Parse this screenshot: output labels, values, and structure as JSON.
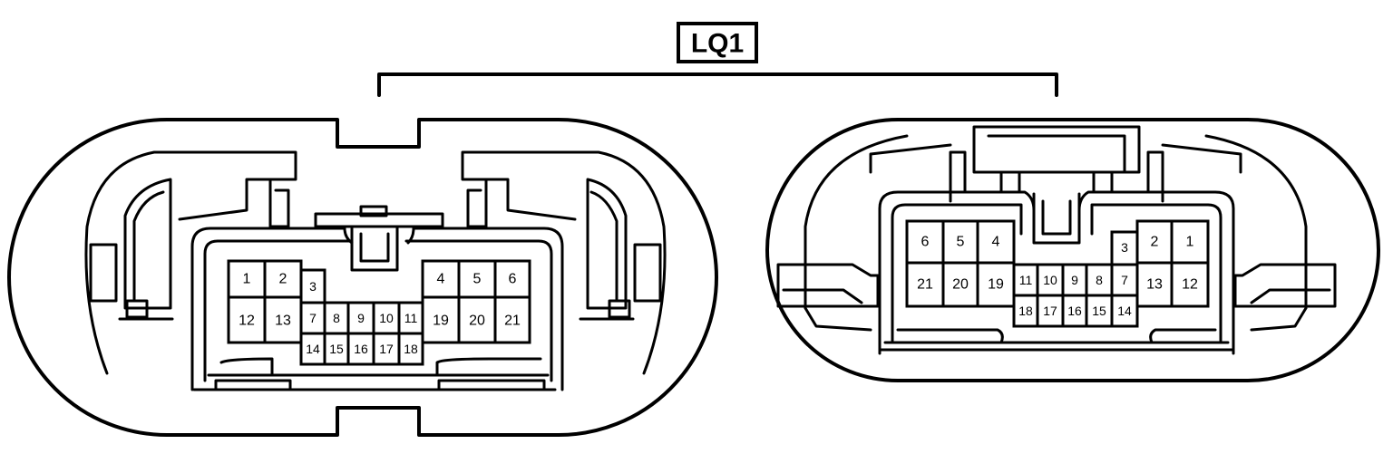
{
  "connector_label": "LQ1",
  "left_connector": {
    "pins_large": [
      "1",
      "2",
      "12",
      "13",
      "4",
      "5",
      "6",
      "19",
      "20",
      "21"
    ],
    "pins_small": [
      "3",
      "7",
      "8",
      "9",
      "10",
      "11",
      "14",
      "15",
      "16",
      "17",
      "18"
    ]
  },
  "right_connector": {
    "pins_large": [
      "6",
      "5",
      "4",
      "21",
      "20",
      "19",
      "2",
      "1",
      "13",
      "12"
    ],
    "pins_small": [
      "3",
      "11",
      "10",
      "9",
      "8",
      "7",
      "18",
      "17",
      "16",
      "15",
      "14"
    ]
  }
}
